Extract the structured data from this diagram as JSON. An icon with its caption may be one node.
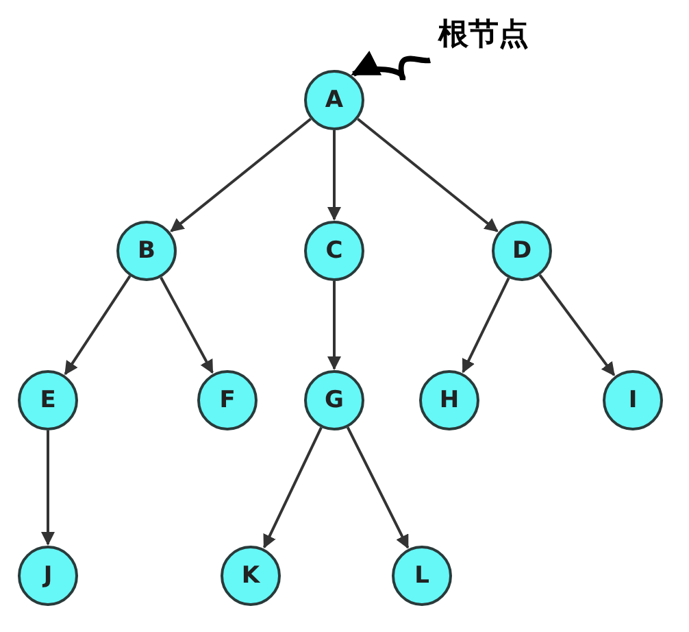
{
  "diagram": {
    "nodes": [
      {
        "text": [
          "A"
        ]
      },
      {
        "text": [
          "B"
        ]
      },
      {
        "text": [
          "C"
        ]
      },
      {
        "text": [
          "D"
        ]
      },
      {
        "text": [
          "E"
        ]
      },
      {
        "text": [
          "F"
        ]
      },
      {
        "text": [
          "G"
        ]
      },
      {
        "text": [
          "H"
        ]
      },
      {
        "text": [
          "I"
        ]
      },
      {
        "text": [
          "J"
        ]
      },
      {
        "text": [
          "K"
        ]
      },
      {
        "text": [
          "L"
        ]
      },
      {
        "text": [
          "根节点"
        ]
      }
    ],
    "edges": [
      {
        "from": 0,
        "to": 1,
        "arrow": "to"
      },
      {
        "from": 0,
        "to": 2,
        "arrow": "to"
      },
      {
        "from": 0,
        "to": 3,
        "arrow": "to"
      },
      {
        "from": 1,
        "to": 4,
        "arrow": "to"
      },
      {
        "from": 1,
        "to": 5,
        "arrow": "to"
      },
      {
        "from": 2,
        "to": 6,
        "arrow": "to"
      },
      {
        "from": 3,
        "to": 7,
        "arrow": "to"
      },
      {
        "from": 3,
        "to": 8,
        "arrow": "to"
      },
      {
        "from": 4,
        "to": 9,
        "arrow": "to"
      },
      {
        "from": 6,
        "to": 10,
        "arrow": "to"
      },
      {
        "from": 6,
        "to": 11,
        "arrow": "to"
      },
      {
        "from": 12,
        "to": 0,
        "arrow": "to",
        "style": "thick",
        "color": "#000000"
      }
    ]
  }
}
